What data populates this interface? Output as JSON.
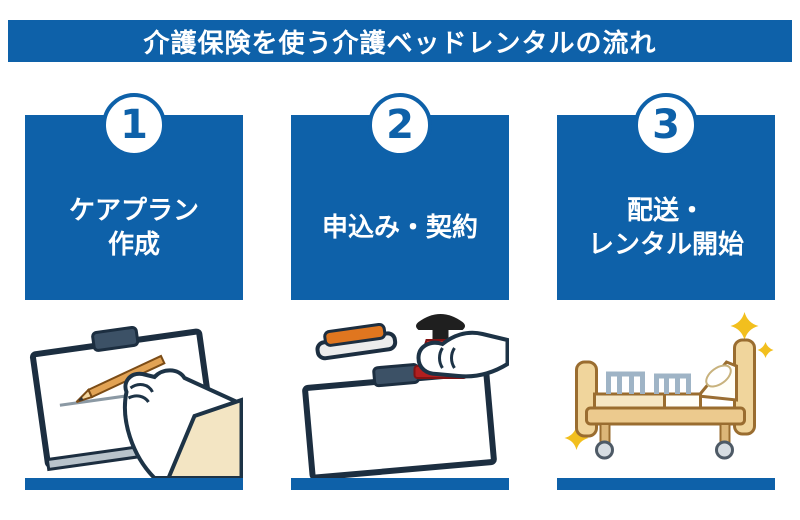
{
  "header": {
    "title": "介護保険を使う介護ベッドレンタルの流れ"
  },
  "steps": [
    {
      "number": "1",
      "lines": [
        "ケアプラン",
        "作成"
      ],
      "icon": "writing-hand-clipboard-icon"
    },
    {
      "number": "2",
      "lines": [
        "申込み・契約"
      ],
      "icon": "stamping-hand-clipboard-icon"
    },
    {
      "number": "3",
      "lines": [
        "配送・",
        "レンタル開始"
      ],
      "icon": "care-bed-sparkles-icon"
    }
  ],
  "colors": {
    "primary_blue": "#0e61a9",
    "text_on_blue": "#ffffff",
    "sparkle_yellow": "#f2bf1e",
    "stamp_red": "#d23128",
    "inkpad_orange": "#e0761f",
    "bed_wood": "#f0d59c"
  }
}
